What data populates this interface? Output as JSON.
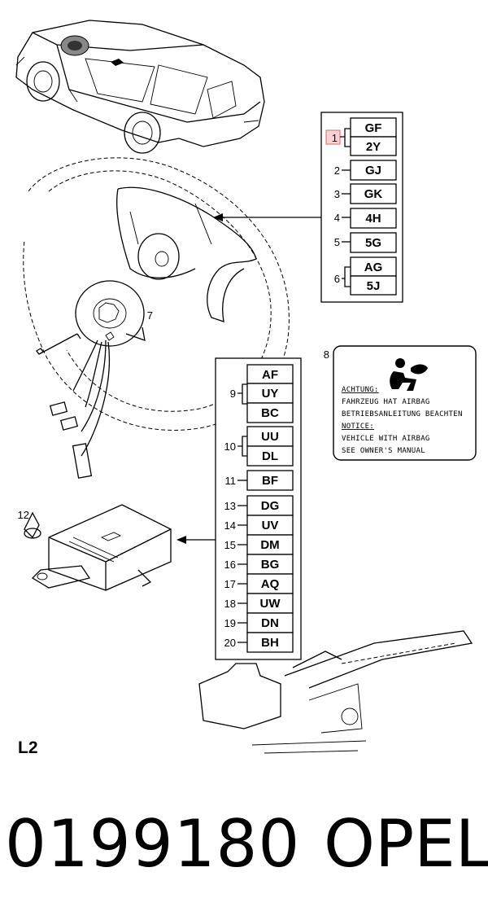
{
  "callouts": {
    "c1": "1",
    "c2": "2",
    "c3": "3",
    "c4": "4",
    "c5": "5",
    "c6": "6",
    "c7": "7",
    "c8": "8",
    "c9": "9",
    "c10": "10",
    "c11": "11",
    "c12": "12",
    "c13": "13",
    "c14": "14",
    "c15": "15",
    "c16": "16",
    "c17": "17",
    "c18": "18",
    "c19": "19",
    "c20": "20"
  },
  "codes": {
    "gf": "GF",
    "y2": "2Y",
    "gj": "GJ",
    "gk": "GK",
    "h4": "4H",
    "g5": "5G",
    "ag": "AG",
    "j5": "5J",
    "af": "AF",
    "uy": "UY",
    "bc": "BC",
    "uu": "UU",
    "dl": "DL",
    "bf": "BF",
    "dg": "DG",
    "uv": "UV",
    "dm": "DM",
    "bg": "BG",
    "aq": "AQ",
    "uw": "UW",
    "dn": "DN",
    "bh": "BH"
  },
  "label": {
    "line1": "ACHTUNG:",
    "line2": "FAHRZEUG HAT AIRBAG",
    "line3": "BETRIEBSANLEITUNG BEACHTEN",
    "line4": "NOTICE:",
    "line5": "VEHICLE WITH AIRBAG",
    "line6": "SEE OWNER'S MANUAL"
  },
  "page_label": "L2",
  "footer": {
    "part_number": "0199180",
    "brand": "OPEL"
  },
  "colors": {
    "highlight_fill": "#f6d2d2",
    "highlight_stroke": "#e07f7f"
  }
}
